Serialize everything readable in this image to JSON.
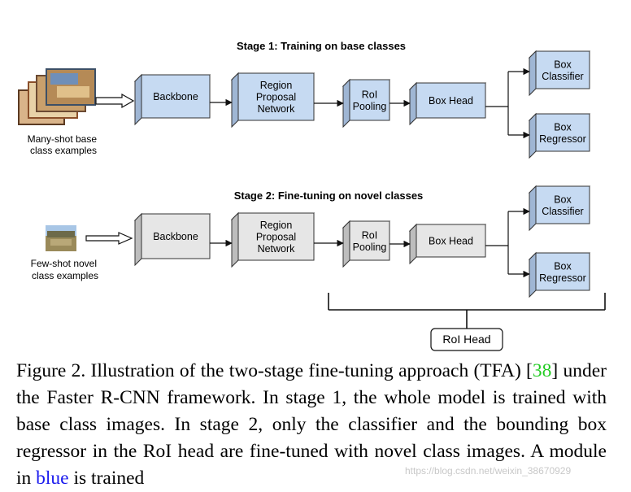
{
  "stage1": {
    "title": "Stage 1: Training on base classes",
    "input_caption": [
      "Many-shot base",
      "class examples"
    ],
    "boxes": {
      "backbone": [
        "Backbone"
      ],
      "rpn": [
        "Region",
        "Proposal",
        "Network"
      ],
      "roi_pooling": [
        "RoI",
        "Pooling"
      ],
      "box_head": [
        "Box Head"
      ],
      "box_classifier": [
        "Box",
        "Classifier"
      ],
      "box_regressor": [
        "Box",
        "Regressor"
      ]
    }
  },
  "stage2": {
    "title": "Stage 2: Fine-tuning on novel classes",
    "input_caption": [
      "Few-shot novel",
      "class examples"
    ],
    "boxes": {
      "backbone": [
        "Backbone"
      ],
      "rpn": [
        "Region",
        "Proposal",
        "Network"
      ],
      "roi_pooling": [
        "RoI",
        "Pooling"
      ],
      "box_head": [
        "Box Head"
      ],
      "box_classifier": [
        "Box",
        "Classifier"
      ],
      "box_regressor": [
        "Box",
        "Regressor"
      ]
    }
  },
  "roi_head_label": "RoI Head",
  "colors": {
    "trained_fill": "#c6daf2",
    "trained_top": "#dfeafa",
    "trained_side": "#9fb6d4",
    "frozen_fill": "#e6e6e6",
    "frozen_top": "#f2f2f2",
    "frozen_side": "#bdbdbd",
    "stroke": "#333333",
    "cite": "#22cc22",
    "link_blue": "#1a1aee"
  },
  "caption": {
    "part1": "Figure 2. Illustration of the two-stage fine-tuning approach (TFA) [",
    "citation": "38",
    "part2": "] under the Faster R-CNN framework. In stage 1, the whole model is trained with base class images. In stage 2, only the classifier and the bounding box regressor in the RoI head are fine-tuned with novel class images. A module in ",
    "blue_word": "blue",
    "part3": " is trained"
  },
  "watermark": "https://blog.csdn.net/weixin_38670929"
}
